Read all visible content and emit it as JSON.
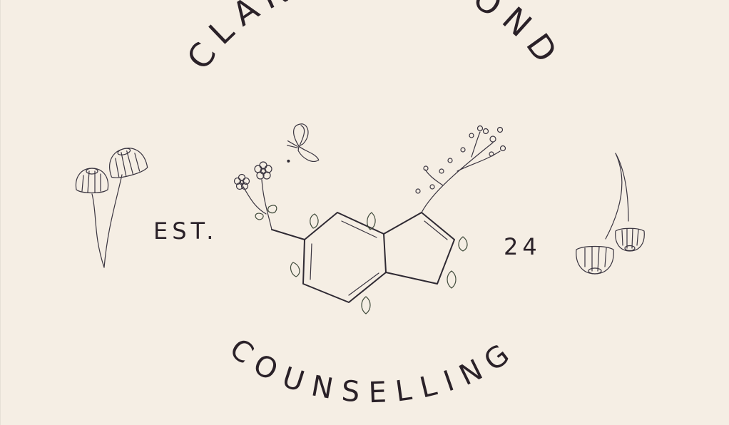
{
  "brand": {
    "name_top": "CLARITY & BOND",
    "name_bottom": "COUNSELLING",
    "est_label": "EST.",
    "est_year": "24"
  },
  "colors": {
    "background": "#f5eee4",
    "ink": "#2a2128"
  },
  "illustration": {
    "center_icon": "serotonin-molecule-with-flowers-icon",
    "left_decoration": "daisy-flowers-icon",
    "right_decoration": "hanging-daisy-flowers-icon",
    "butterfly": "butterfly-icon"
  }
}
